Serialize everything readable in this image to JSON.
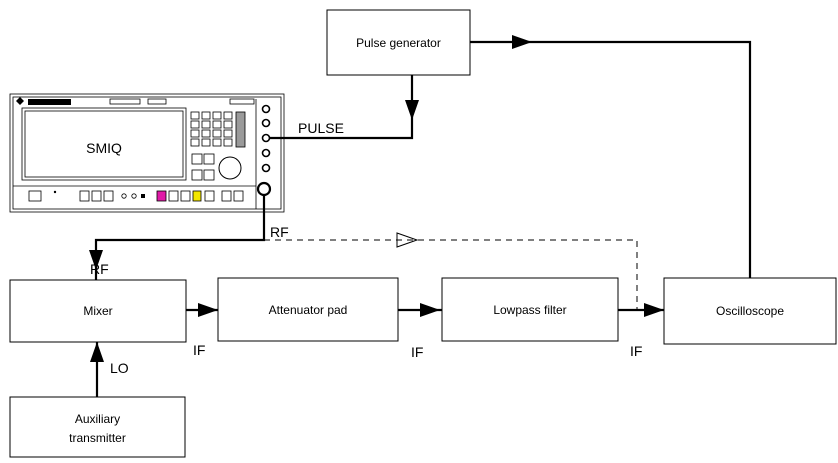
{
  "blocks": {
    "pulse_generator": "Pulse generator",
    "smiq": "SMIQ",
    "mixer": "Mixer",
    "attenuator": "Attenuator pad",
    "lowpass": "Lowpass filter",
    "oscilloscope": "Oscilloscope",
    "aux_line1": "Auxiliary",
    "aux_line2": "transmitter"
  },
  "signals": {
    "pulse": "PULSE",
    "rf_out": "RF",
    "rf_in": "RF",
    "lo": "LO",
    "if1": "IF",
    "if2": "IF",
    "if3": "IF"
  }
}
